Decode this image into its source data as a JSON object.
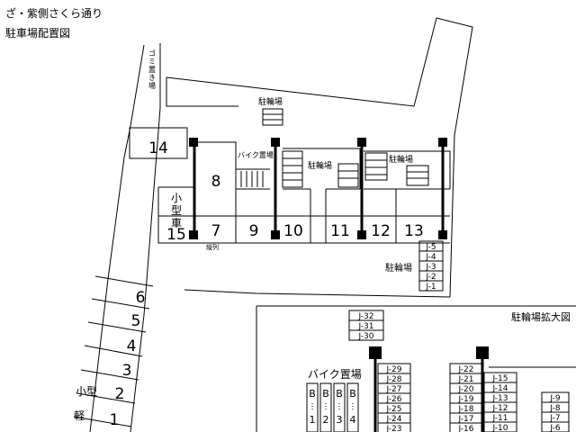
{
  "title": {
    "line1": "ざ・紫側さくら通り",
    "line2": "駐車場配置図"
  },
  "labels": {
    "garbage": "ゴミ置き場",
    "bicycle_top": "駐輪場",
    "bike_area": "バイク置場",
    "bicycle_mid": "駐輪場",
    "bicycle_right": "駐輪場",
    "bicycle_lower": "駐輪場",
    "parallel": "縦列",
    "kogata_vertical": [
      "小",
      "型",
      "車"
    ],
    "kogata": "小型",
    "kei": "軽",
    "expanded": "駐輪場拡大図",
    "bike_big": "バイク置場",
    "b_letter": "B"
  },
  "spaces": {
    "s14": "14",
    "s8": "8",
    "s7": "7",
    "s9": "9",
    "s10": "10",
    "s11": "11",
    "s12": "12",
    "s13": "13",
    "s15": "15",
    "s6": "6",
    "s5": "5",
    "s4": "4",
    "s3": "3",
    "s2": "2",
    "s1": "1"
  },
  "bikes": [
    "1",
    "2",
    "3",
    "4"
  ],
  "j_stack_main": [
    "J-5",
    "J-4",
    "J-3",
    "J-2",
    "J-1"
  ],
  "j_stack_top": [
    "J-32",
    "J-31",
    "J-30"
  ],
  "j_col_a": [
    "J-29",
    "J-28",
    "J-27",
    "J-26",
    "J-25",
    "J-24",
    "J-23"
  ],
  "j_col_b": [
    "J-22",
    "J-21",
    "J-20",
    "J-19",
    "J-18",
    "J-17",
    "J-16"
  ],
  "j_col_c": [
    "J-15",
    "J-14",
    "J-13",
    "J-12",
    "J-11",
    "J-10"
  ],
  "j_col_d": [
    "J-9",
    "J-8",
    "J-7",
    "J-6"
  ]
}
